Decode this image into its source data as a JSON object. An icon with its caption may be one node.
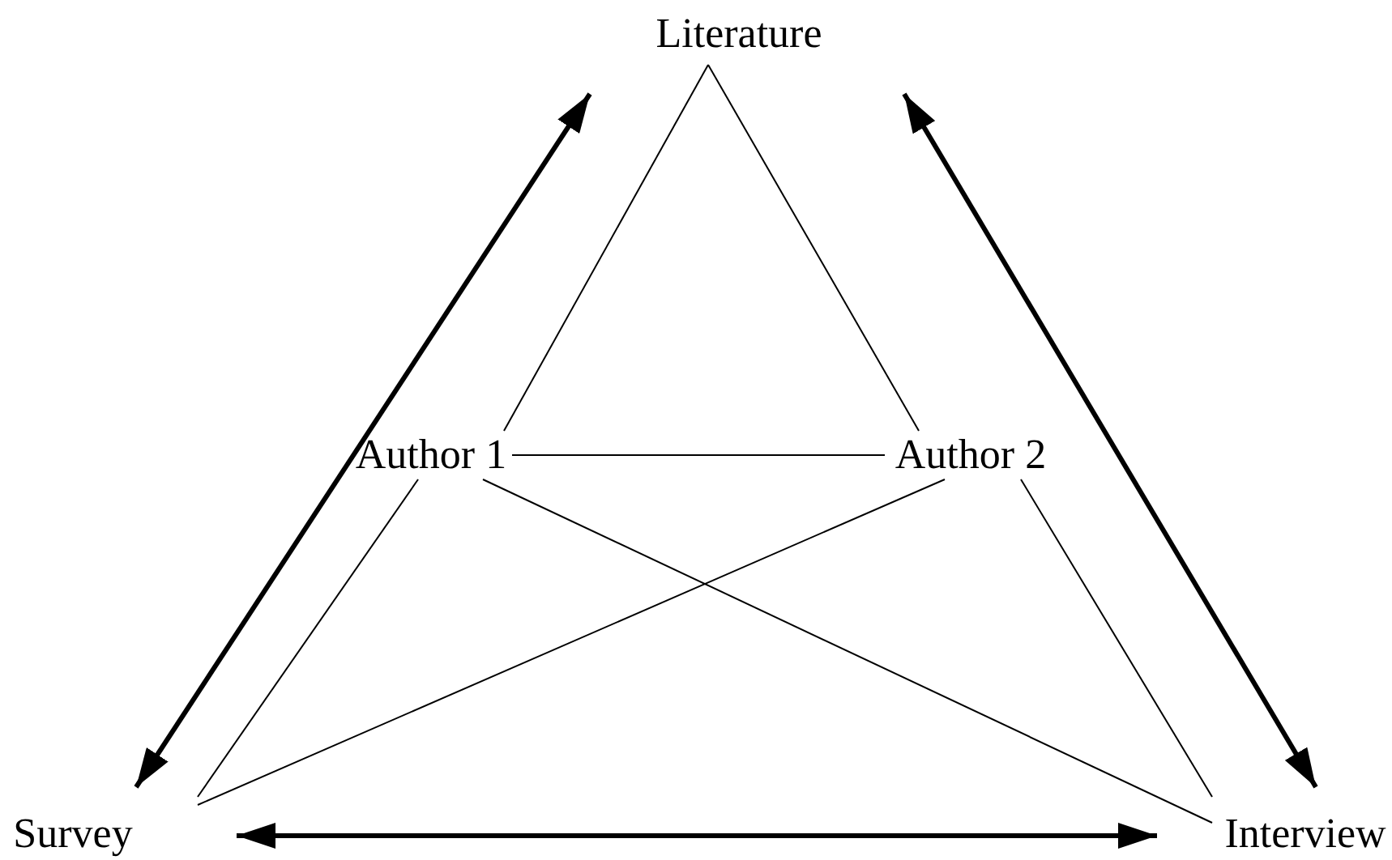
{
  "diagram": {
    "nodes": [
      {
        "text": [
          "Literature"
        ]
      },
      {
        "text": [
          "Author 1"
        ]
      },
      {
        "text": [
          "Author 2"
        ]
      },
      {
        "text": [
          "Survey"
        ]
      },
      {
        "text": [
          "Interview"
        ]
      }
    ],
    "edges": [
      {
        "from": 3,
        "to": 0,
        "arrow": "both",
        "style": "thick"
      },
      {
        "from": 0,
        "to": 4,
        "arrow": "both",
        "style": "thick"
      },
      {
        "from": 3,
        "to": 4,
        "arrow": "both",
        "style": "thick"
      },
      {
        "from": 0,
        "to": 1,
        "arrow": "none"
      },
      {
        "from": 0,
        "to": 2,
        "arrow": "none"
      },
      {
        "from": 1,
        "to": 2,
        "arrow": "none"
      },
      {
        "from": 1,
        "to": 3,
        "arrow": "none"
      },
      {
        "from": 1,
        "to": 4,
        "arrow": "none"
      },
      {
        "from": 2,
        "to": 3,
        "arrow": "none"
      },
      {
        "from": 2,
        "to": 4,
        "arrow": "none"
      }
    ]
  }
}
